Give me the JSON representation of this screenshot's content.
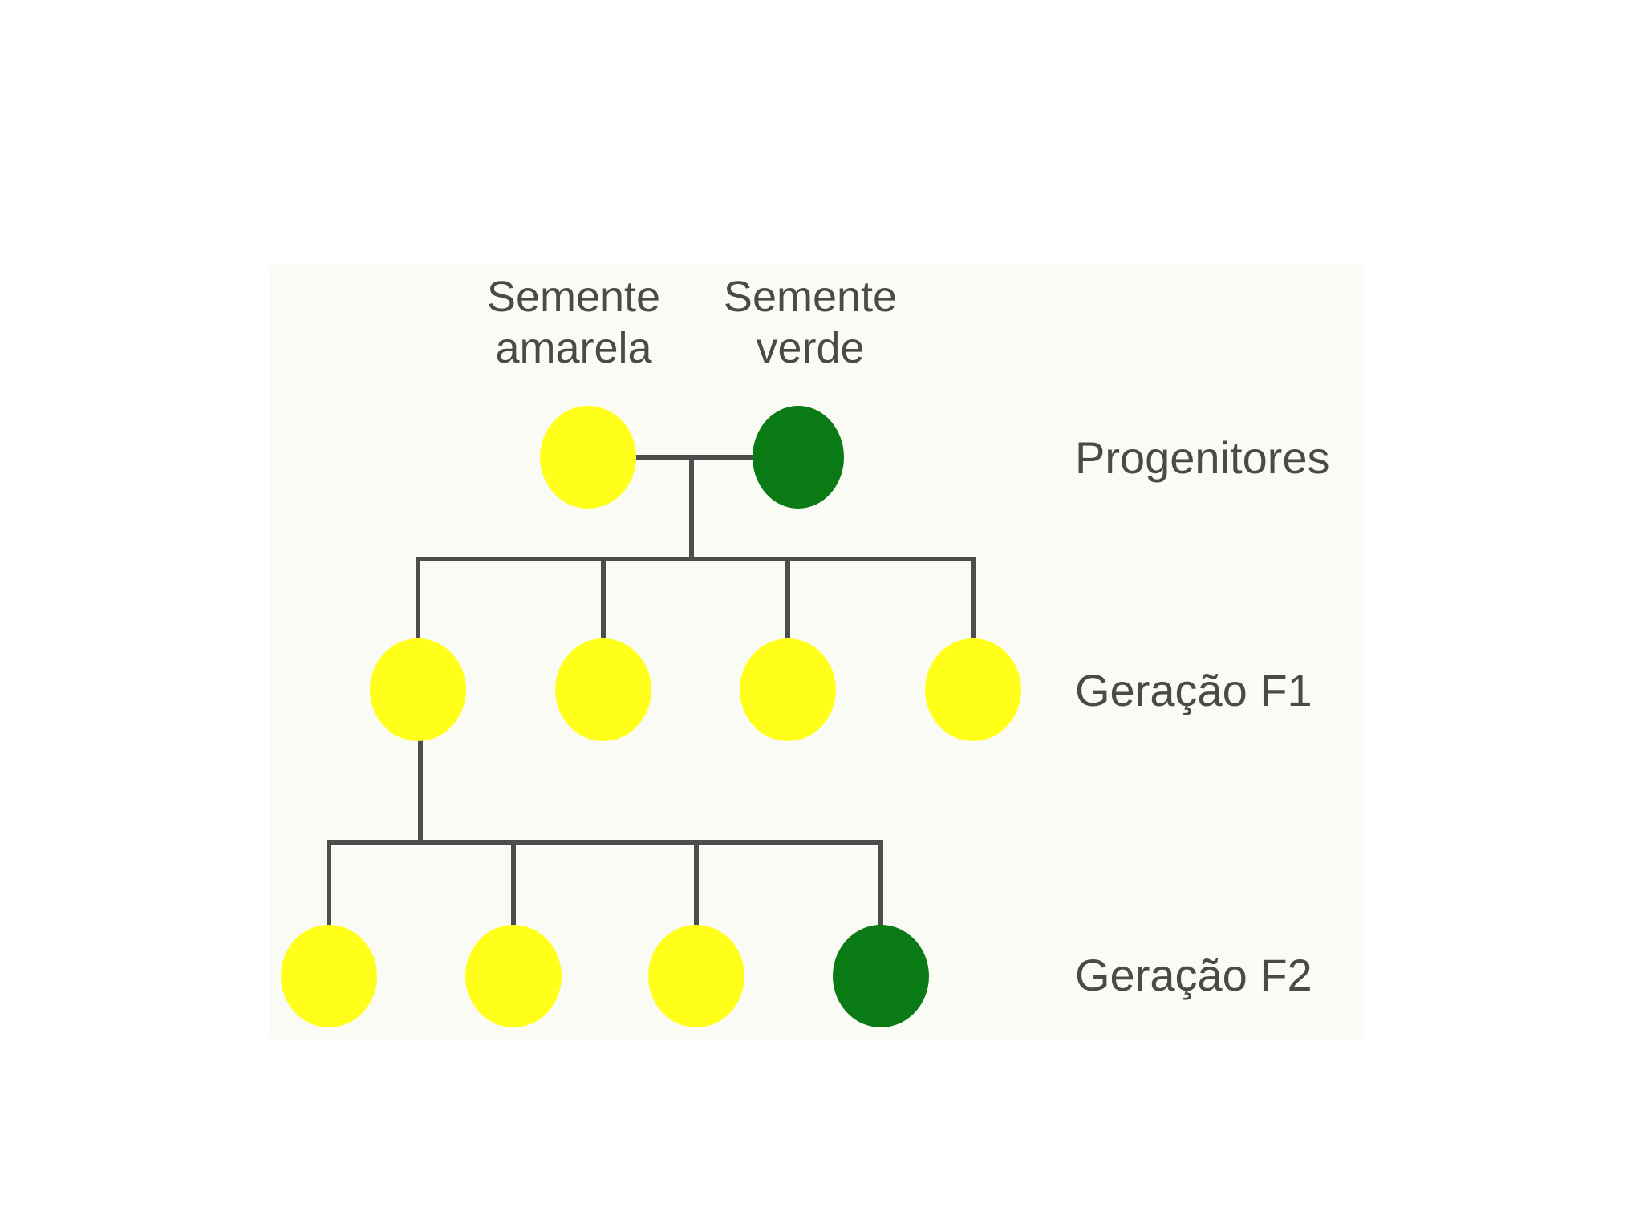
{
  "diagram": {
    "colors": {
      "yellow": "#ffff1a",
      "green": "#0a7a14",
      "line": "#4d4d4d",
      "text": "#4a4a4a",
      "panel": "#fbfbf5"
    },
    "parent_labels": {
      "yellow": [
        "Semente",
        "amarela"
      ],
      "green": [
        "Semente",
        "verde"
      ]
    },
    "generation_labels": {
      "parents": "Progenitores",
      "f1": "Geração F1",
      "f2": "Geração F2"
    },
    "generations": {
      "parents": [
        "yellow",
        "green"
      ],
      "f1": [
        "yellow",
        "yellow",
        "yellow",
        "yellow"
      ],
      "f2": [
        "yellow",
        "yellow",
        "yellow",
        "green"
      ]
    }
  }
}
